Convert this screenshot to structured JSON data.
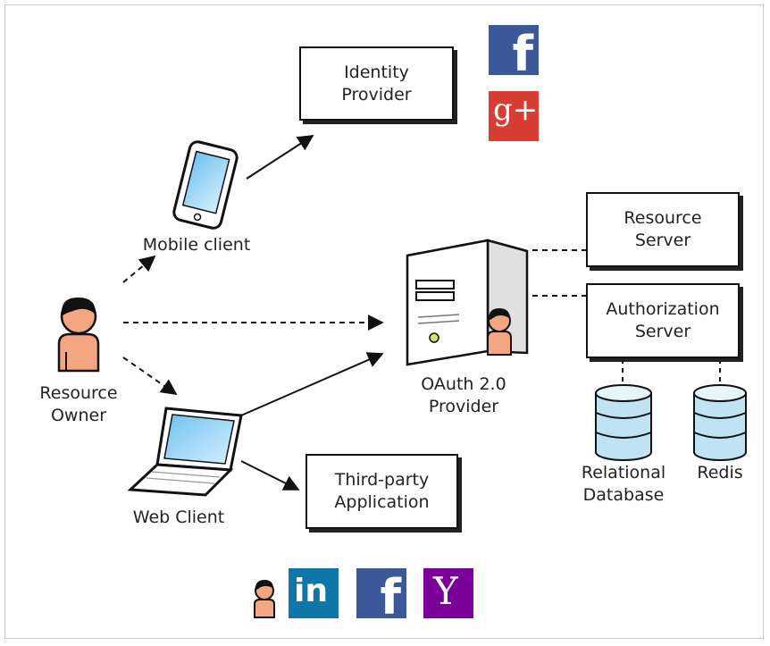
{
  "boxes": {
    "identity_provider": "Identity\nProvider",
    "resource_server": "Resource\nServer",
    "authorization_server": "Authorization\nServer",
    "third_party_application": "Third-party\nApplication"
  },
  "labels": {
    "mobile_client": "Mobile client",
    "resource_owner": "Resource\nOwner",
    "oauth_provider": "OAuth 2.0\nProvider",
    "web_client": "Web Client",
    "relational_database": "Relational\nDatabase",
    "redis": "Redis"
  },
  "logos": {
    "facebook": "f",
    "google_plus": "g+",
    "linkedin": "in",
    "yahoo": "Y"
  },
  "colors": {
    "facebook": "#3b5998",
    "google_plus": "#d73d32",
    "linkedin": "#0e76a8",
    "yahoo": "#7b0099",
    "skin": "#f4a582",
    "screen": "#a7d8f5",
    "database": "#bfe3f3"
  },
  "icons": [
    "mobile-phone-icon",
    "person-icon",
    "server-tower-icon",
    "laptop-icon",
    "database-icon"
  ]
}
